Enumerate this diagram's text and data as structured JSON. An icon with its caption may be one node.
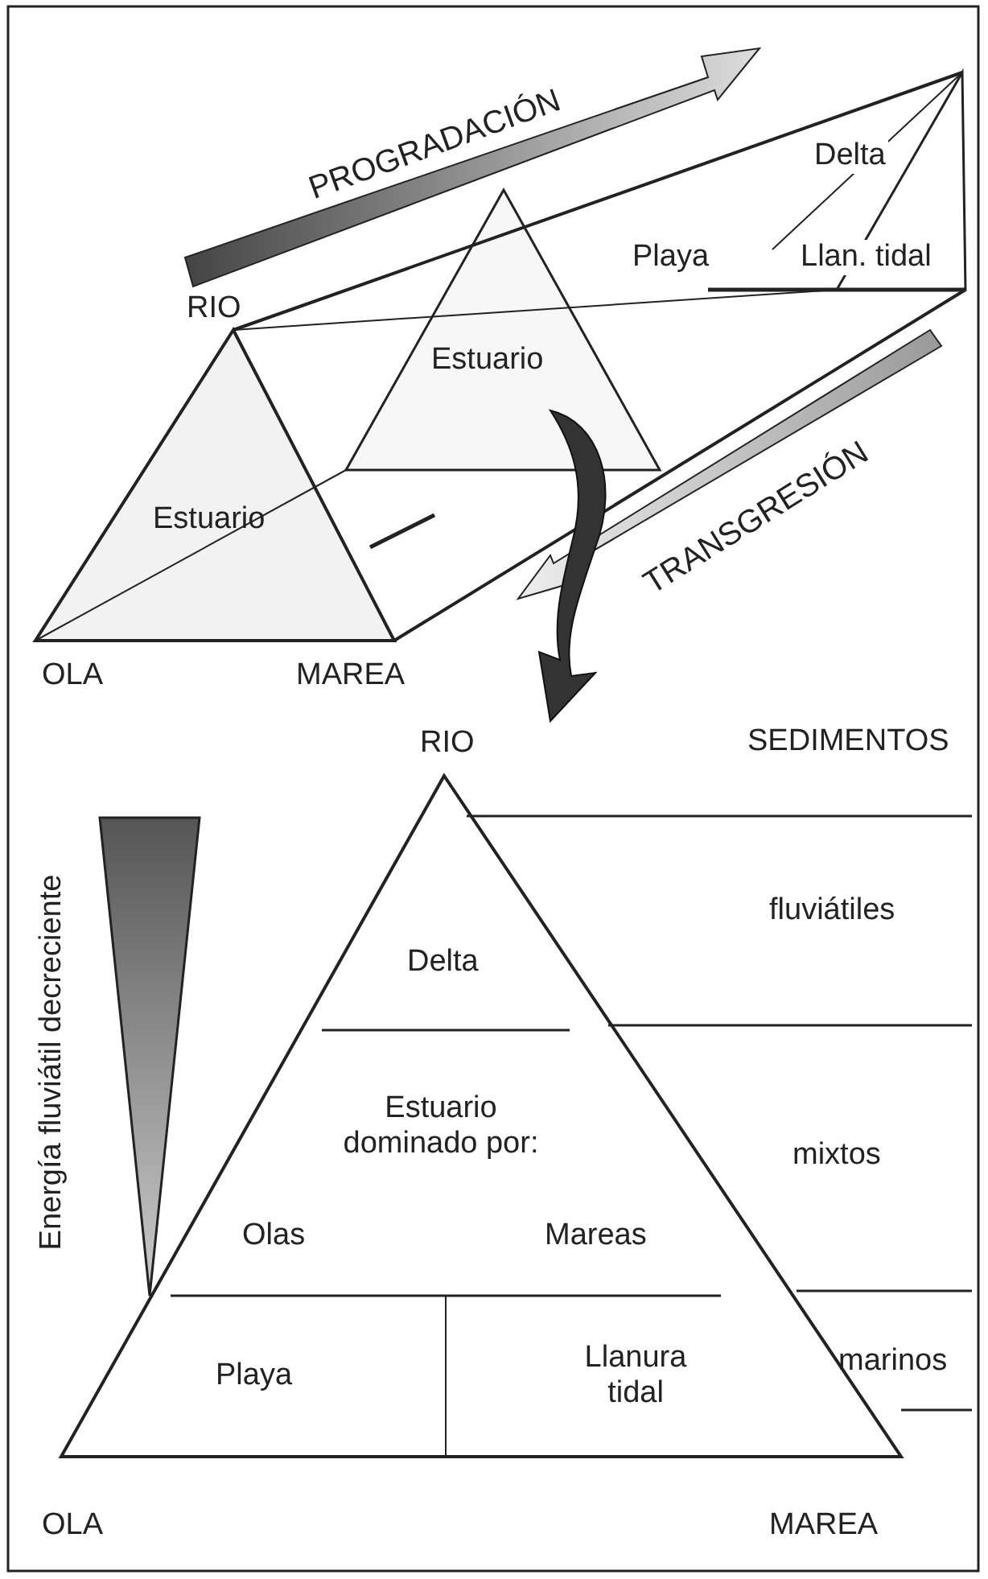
{
  "diagram": {
    "labels": [
      "PROGRADACIÓN",
      "Delta",
      "Playa",
      "Llan. tidal",
      "RIO",
      "Estuario",
      "Estuario",
      "TRANSGRESIÓN",
      "OLA",
      "MAREA",
      "RIO",
      "SEDIMENTOS",
      "Energía fluviátil decreciente",
      "fluviátiles",
      "Delta",
      "Estuario dominado por:",
      "mixtos",
      "Olas",
      "Mareas",
      "Playa",
      "Llanura tidal",
      "marinos",
      "OLA",
      "MAREA"
    ]
  }
}
